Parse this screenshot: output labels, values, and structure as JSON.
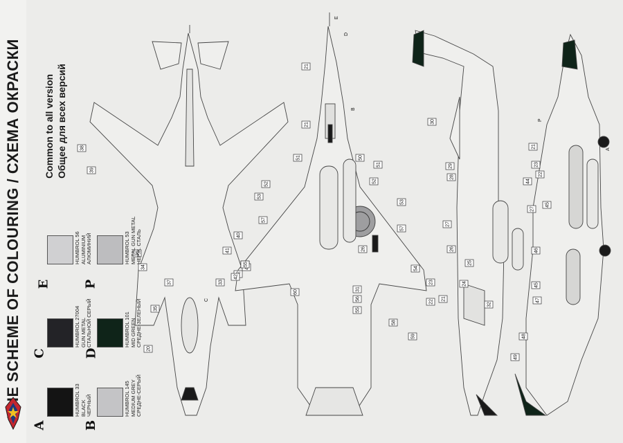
{
  "title": "THE SCHEME OF COLOURING / СХЕМА ОКРАСКИ",
  "common_en": "Common to all version",
  "common_ru": "Общее для всех версий",
  "legend": [
    {
      "code": "A",
      "lines": [
        "HUMBROL 33",
        "BLACK",
        "ЧЕРНЫЙ"
      ],
      "color": "#141414"
    },
    {
      "code": "B",
      "lines": [
        "HUMBROL 145",
        "MEDIUM GREY",
        "СРЕДНЕ-СЕРЫЙ"
      ],
      "color": "#c4c4c6"
    },
    {
      "code": "C",
      "lines": [
        "HUMBROL 27004",
        "GUN METAL",
        "СТАЛЬНОЙ СЕРЫЙ"
      ],
      "color": "#232327"
    },
    {
      "code": "D",
      "lines": [
        "HUMBROL 101",
        "MID GREEN",
        "СРЕДНЕ-ЗЕЛЕНЫЙ"
      ],
      "color": "#0f2419"
    },
    {
      "code": "E",
      "lines": [
        "HUMBROL 56",
        "ALUMINIUM",
        "АЛЮМИНИЙ"
      ],
      "color": "#d0d0d2"
    },
    {
      "code": "P",
      "lines": [
        "HUMBROL 53",
        "METAL GUN METAL",
        "НЕРЖ. СТАЛЬ"
      ],
      "color": "#bdbdbf"
    }
  ],
  "callouts": {
    "view1": [
      "38",
      "39",
      "36",
      "34",
      "37",
      "35",
      "33",
      "32",
      "40",
      "41",
      "42",
      "43",
      "44",
      "20"
    ],
    "view2": [
      "21",
      "21",
      "51",
      "50",
      "51",
      "52",
      "52",
      "53",
      "53",
      "57",
      "57",
      "54",
      "55",
      "60",
      "31",
      "56",
      "58",
      "59",
      "55",
      "26"
    ],
    "view3": [
      "30",
      "29",
      "28",
      "27",
      "26",
      "25",
      "24",
      "23",
      "22",
      "21",
      "32"
    ],
    "view4": [
      "21",
      "23",
      "22",
      "44",
      "27",
      "45",
      "46",
      "45",
      "47",
      "48",
      "49"
    ],
    "letters": [
      "B",
      "D",
      "E",
      "C",
      "A",
      "P"
    ]
  },
  "colors": {
    "accent": "#1a1a1a",
    "paper": "#ececea",
    "line": "#555555"
  }
}
